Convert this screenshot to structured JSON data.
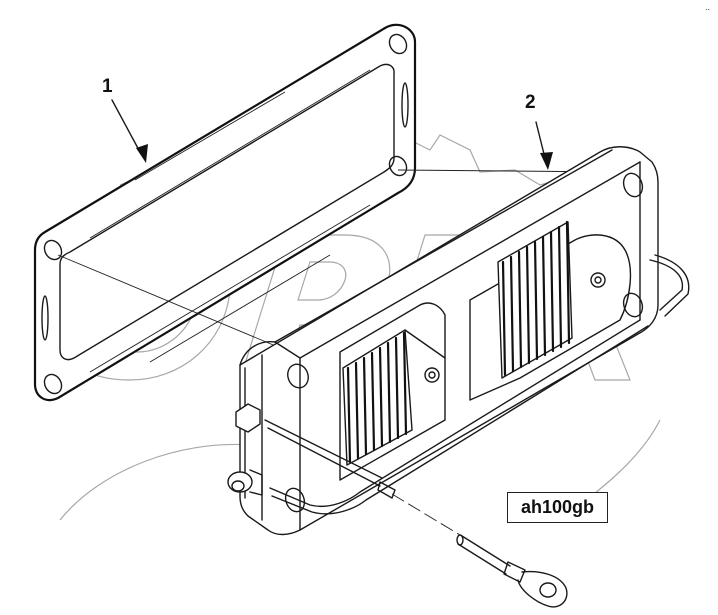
{
  "diagram": {
    "type": "exploded-parts-illustration",
    "callouts": [
      {
        "id": "1",
        "label": "1",
        "part": "gasket"
      },
      {
        "id": "2",
        "label": "2",
        "part": "heat-sink-housing"
      }
    ],
    "reference_code": "ah100gb",
    "watermark_text": "OPEX",
    "corner_mark": "..",
    "colors": {
      "line": "#1a1a1a",
      "watermark": "#a8a8a8",
      "background": "#ffffff"
    }
  }
}
